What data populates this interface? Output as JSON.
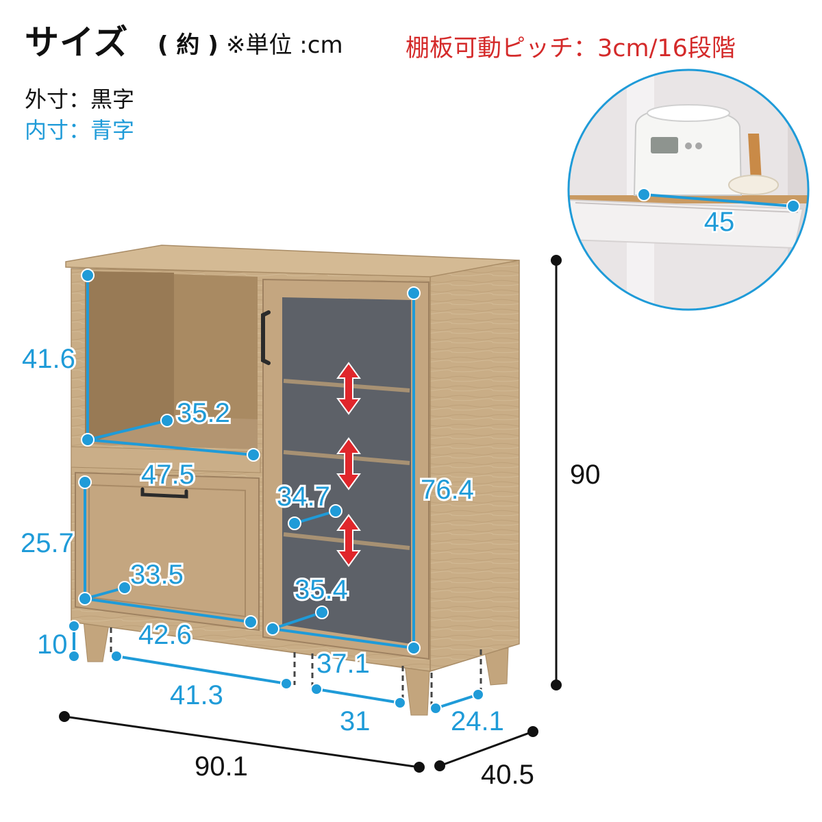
{
  "header": {
    "title": "サイズ",
    "approx": "( 約 )",
    "unit_note": "※単位 :cm",
    "shelf_pitch": "棚板可動ピッチ：3cm/16段階"
  },
  "legend": {
    "outer": "外寸：黒字",
    "inner": "内寸：青字"
  },
  "colors": {
    "outer_dimension": "#111111",
    "inner_dimension": "#1f9bd8",
    "adjust_arrow": "#e0262b",
    "wood": "#c9ad86",
    "glass": "#5d6168"
  },
  "dimensions": {
    "outer": {
      "height": "90",
      "width": "90.1",
      "depth": "40.5"
    },
    "inner": {
      "upper_open_height": "41.6",
      "upper_open_depth": "35.2",
      "upper_open_width": "47.5",
      "drawer_height": "25.7",
      "drawer_depth": "33.5",
      "drawer_width": "42.6",
      "leg_height": "10",
      "under_width_left": "41.3",
      "cabinet_height": "76.4",
      "cabinet_shelf_depth": "34.7",
      "cabinet_depth": "35.4",
      "cabinet_width": "37.1",
      "under_width_center": "31",
      "under_width_right": "24.1",
      "slide_shelf_width": "45"
    }
  },
  "icons": {
    "adjust_arrow": "double-headed-vertical-arrow-icon",
    "detail_photo": "rice-cooker-slide-shelf-photo"
  }
}
